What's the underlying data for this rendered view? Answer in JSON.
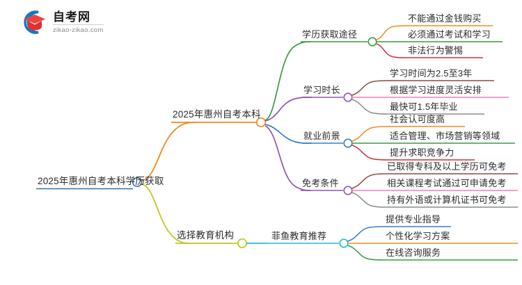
{
  "logo": {
    "title": "自考网",
    "subtitle": "zikao-zikao.com",
    "mark_icon": "graduation-cap-icon",
    "arc_color": "#1678c2",
    "cap_color": "#e0302c"
  },
  "mindmap": {
    "root": {
      "label": "2025年惠州自考本科学历获取",
      "color": "#2f6fb0"
    },
    "branches": [
      {
        "label": "2025年惠州自考本科",
        "color": "#f08b1d",
        "children": [
          {
            "label": "学历获取途径",
            "color": "#3a9a47",
            "children": [
              {
                "label": "不能通过金钱购买",
                "color": "#f08b1d"
              },
              {
                "label": "必须通过考试和学习",
                "color": "#3a9a47"
              },
              {
                "label": "非法行为警惕",
                "color": "#d62f2f"
              }
            ]
          },
          {
            "label": "学习时长",
            "color": "#8e56b0",
            "children": [
              {
                "label": "学习时间为2.5至3年",
                "color": "#8a4a43"
              },
              {
                "label": "根据学习进度灵活安排",
                "color": "#f07ec4"
              },
              {
                "label": "最快可1.5年毕业",
                "color": "#8c8c8c"
              }
            ]
          },
          {
            "label": "就业前景",
            "color": "#3080c4",
            "children": [
              {
                "label": "社会认可度高",
                "color": "#f08b1d"
              },
              {
                "label": "适合管理、市场营销等领域",
                "color": "#3a9a47"
              },
              {
                "label": "提升求职竞争力",
                "color": "#d62f2f"
              }
            ]
          },
          {
            "label": "免考条件",
            "color": "#8e56b0",
            "children": [
              {
                "label": "已取得专科及以上学历可免考",
                "color": "#8a4a43"
              },
              {
                "label": "相关课程考试通过可申请免考",
                "color": "#f07ec4"
              },
              {
                "label": "持有外语或计算机证书可免考",
                "color": "#8c8c8c"
              }
            ]
          }
        ]
      },
      {
        "label": "选择教育机构",
        "color": "#c4c41e",
        "children": [
          {
            "label": "菲鱼教育推荐",
            "color": "#22bcd4",
            "children": [
              {
                "label": "提供专业指导",
                "color": "#3080c4"
              },
              {
                "label": "个性化学习方案",
                "color": "#f08b1d"
              },
              {
                "label": "在线咨询服务",
                "color": "#3a9a47"
              }
            ]
          }
        ]
      }
    ]
  }
}
